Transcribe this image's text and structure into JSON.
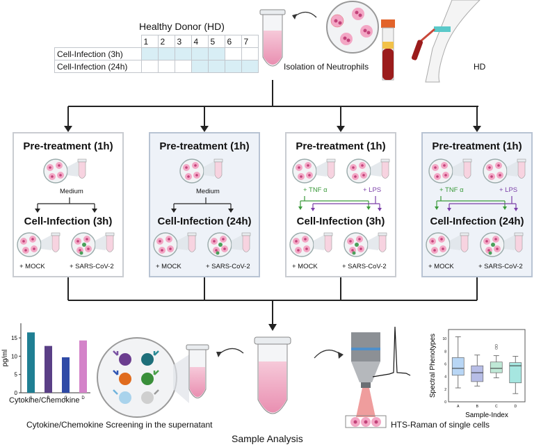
{
  "top": {
    "table_title": "Healthy Donor (HD)",
    "donor_numbers": [
      "1",
      "2",
      "3",
      "4",
      "5",
      "6",
      "7"
    ],
    "rows": [
      {
        "label": "Cell-Infection (3h)",
        "active": [
          true,
          true,
          true,
          true,
          true,
          false,
          false
        ]
      },
      {
        "label": "Cell-Infection (24h)",
        "active": [
          false,
          false,
          false,
          true,
          true,
          true,
          true
        ]
      }
    ],
    "isolation_label": "Isolation of Neutrophils",
    "hd_label": "HD"
  },
  "panels": [
    {
      "pretreatment": "Pre-treatment (1h)",
      "infection": "Cell-Infection (3h)",
      "medium": "Medium",
      "mock": "+ MOCK",
      "virus": "+ SARS-CoV-2",
      "alt": false,
      "type": "medium"
    },
    {
      "pretreatment": "Pre-treatment (1h)",
      "infection": "Cell-Infection (24h)",
      "medium": "Medium",
      "mock": "+ MOCK",
      "virus": "+ SARS-CoV-2",
      "alt": true,
      "type": "medium"
    },
    {
      "pretreatment": "Pre-treatment (1h)",
      "infection": "Cell-Infection (3h)",
      "tnf": "+ TNF α",
      "lps": "+ LPS",
      "mock": "+ MOCK",
      "virus": "+ SARS-CoV-2",
      "alt": false,
      "type": "stim"
    },
    {
      "pretreatment": "Pre-treatment (1h)",
      "infection": "Cell-Infection (24h)",
      "tnf": "+ TNF α",
      "lps": "+ LPS",
      "mock": "+ MOCK",
      "virus": "+ SARS-CoV-2",
      "alt": true,
      "type": "stim"
    }
  ],
  "bottom": {
    "cytokine_caption": "Cytokine/Chemokine Screening in the supernatant",
    "raman_caption": "HTS-Raman  of single cells",
    "sample_analysis": "Sample Analysis"
  },
  "chart_data": [
    {
      "type": "bar",
      "categories": [
        "A",
        "B",
        "C",
        "D"
      ],
      "values": [
        16.5,
        12.8,
        9.7,
        14.3
      ],
      "colors": [
        "#1f7f93",
        "#5a3f86",
        "#2f4aa6",
        "#d483c9"
      ],
      "xlabel": "Cytokine/Chemokine",
      "ylabel": "pg/ml",
      "yticks": [
        0,
        5,
        10,
        15
      ],
      "ylim": [
        0,
        19
      ]
    },
    {
      "type": "box",
      "categories": [
        "A",
        "B",
        "C",
        "D"
      ],
      "boxes": [
        {
          "min": 2.2,
          "q1": 4.2,
          "median": 5.3,
          "q3": 7.0,
          "max": 10.3,
          "outliers": []
        },
        {
          "min": 2.5,
          "q1": 3.2,
          "median": 4.6,
          "q3": 5.7,
          "max": 7.4,
          "outliers": []
        },
        {
          "min": 3.8,
          "q1": 4.6,
          "median": 5.3,
          "q3": 6.3,
          "max": 7.3,
          "outliers": [
            8.5,
            8.9
          ]
        },
        {
          "min": 1.3,
          "q1": 3.0,
          "median": 5.7,
          "q3": 6.2,
          "max": 7.2,
          "outliers": []
        }
      ],
      "colors": [
        "#b8d6f5",
        "#b7bde6",
        "#bfe8d6",
        "#a6e6e0"
      ],
      "xlabel": "Sample-Index",
      "ylabel": "Spectral Phenotypes",
      "yticks": [
        0,
        2,
        4,
        6,
        8,
        10
      ],
      "ylim": [
        0,
        11
      ]
    }
  ]
}
